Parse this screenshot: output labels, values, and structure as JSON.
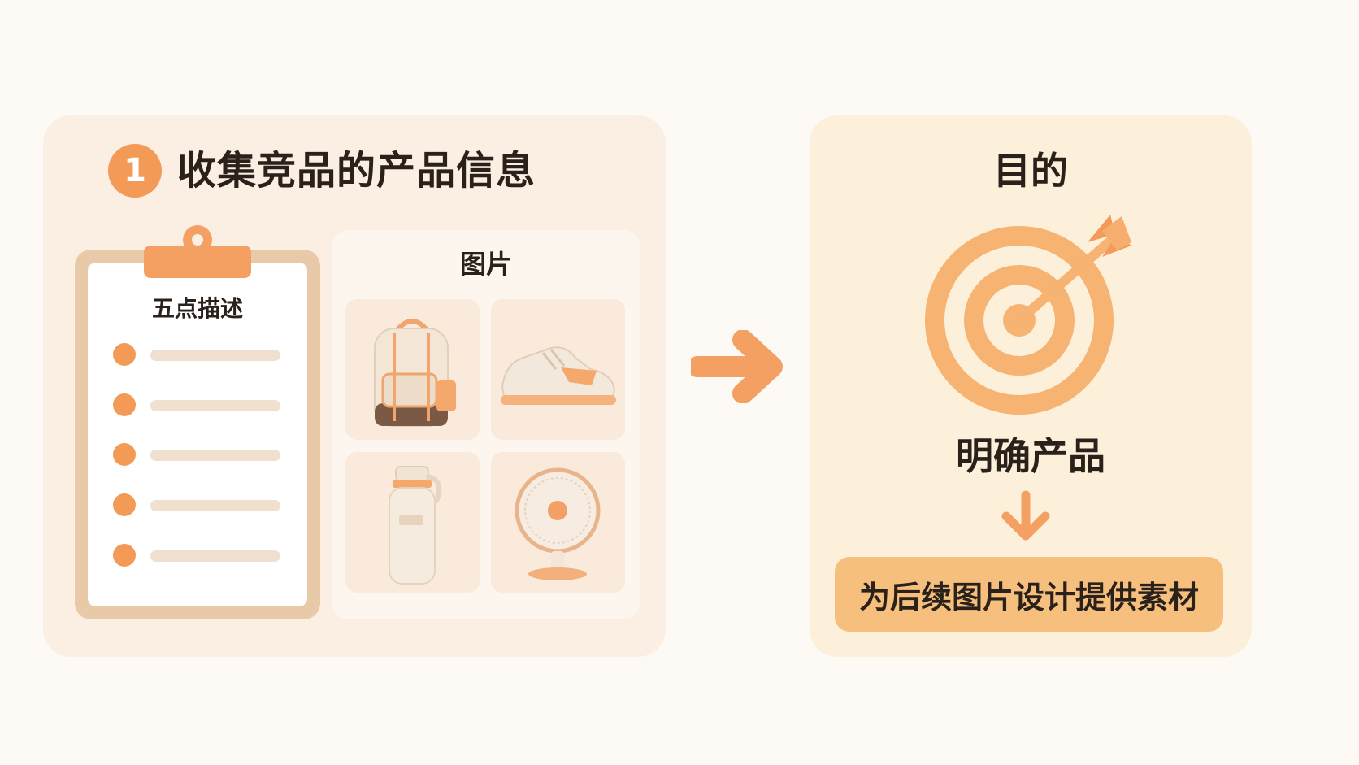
{
  "step": {
    "number": "1",
    "title": "收集竞品的产品信息"
  },
  "clipboard": {
    "title": "五点描述",
    "bullet_count": 5
  },
  "images": {
    "title": "图片",
    "items": [
      "backpack",
      "sneaker",
      "water-bottle",
      "desk-fan"
    ]
  },
  "goal": {
    "title": "目的",
    "subtitle": "明确产品",
    "result": "为后续图片设计提供素材"
  },
  "colors": {
    "accent": "#f49a57",
    "left_panel": "#fbefe3",
    "right_panel": "#fcf0da",
    "pill": "#f6bf7e"
  },
  "icons": [
    "clipboard-icon",
    "backpack-icon",
    "sneaker-icon",
    "bottle-icon",
    "fan-icon",
    "arrow-right-icon",
    "target-icon",
    "arrow-down-icon"
  ]
}
